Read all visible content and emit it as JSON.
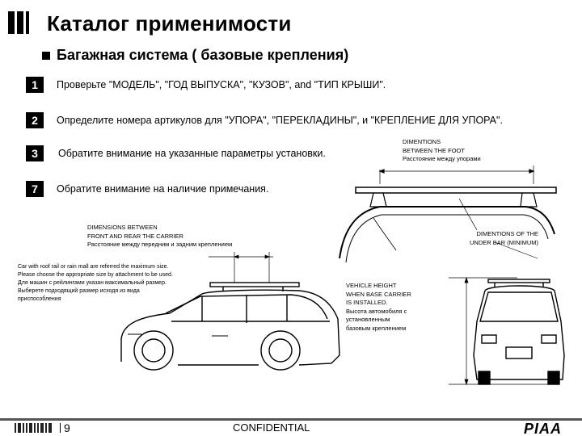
{
  "header": {
    "title": "Каталог применимости",
    "subtitle": "Багажная система ( базовые крепления)"
  },
  "steps": [
    {
      "num": "1",
      "text": "Проверьте \"МОДЕЛЬ\", \"ГОД ВЫПУСКА\", \"КУЗОВ\", and \"ТИП КРЫШИ\"."
    },
    {
      "num": "2",
      "text": "Определите номера артикулов для  \"УПОРА\", \"ПЕРЕКЛАДИНЫ\", и \"КРЕПЛЕНИЕ ДЛЯ УПОРА\"."
    },
    {
      "num": "3",
      "text": " Обратите внимание на указанные параметры установки."
    },
    {
      "num": "7",
      "text": "Обратите внимание на наличие примечания."
    }
  ],
  "notes": {
    "foot_distance": "DIMENTIONS\nBETWEEN THE FOOT\nРасстояние  между упорами",
    "carrier_distance": "DIMENSIONS BETWEEN\nFRONT AND REAR THE CARRIER\nРасстояние  между передним  и задним  креплением",
    "under_bar": "DIMENTIONS OF THE\nUNDER BAR (MINIMUM)",
    "roof_rail": "Car with roof rail or rain mall are referred the maximum size.\nPlease choose the appropriate size by attachment to be used.\nДля машин с рейлингами указан  максимальный размер.\nВыберете подходящий размер исходя из вида\nприспособления",
    "vehicle_height": "VEHICLE HEIGHT\nWHEN BASE CARRIER\nIS INSTALLED.\nВысота автомобиля с\nустановленным\nбазовым креплением"
  },
  "footer": {
    "page": "9",
    "confidential": "CONFIDENTIAL",
    "brand": "PIAA"
  }
}
